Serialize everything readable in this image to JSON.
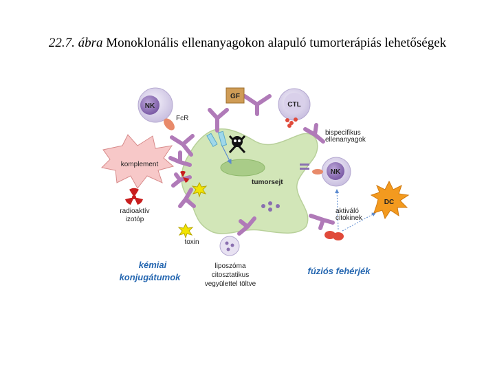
{
  "caption": {
    "number": "22.7. ábra",
    "title": "Monoklonális ellenanyagokon alapuló tumorterápiás lehetőségek"
  },
  "labels": {
    "nk_top": "NK",
    "fcr": "FcR",
    "gf": "GF",
    "ctl": "CTL",
    "bispecific_1": "bispecifikus",
    "bispecific_2": "ellenanyagok",
    "komplement": "komplement",
    "nk_right": "NK",
    "tumorsejt": "tumorsejt",
    "radio_1": "radioaktív",
    "radio_2": "izotóp",
    "activating_1": "aktiváló",
    "activating_2": "citokinek",
    "dc": "DC",
    "toxin": "toxin",
    "chem_1": "kémiai",
    "chem_2": "konjugátumok",
    "lipo_1": "liposzóma",
    "lipo_2": "citosztatikus",
    "lipo_3": "vegyülettel töltve",
    "fusion": "fúziós fehérjék"
  },
  "colors": {
    "antibody": "#b07ab8",
    "tumor": "#d2e6b8",
    "nucleus": "#a9cc88",
    "nk_cell": "#e2dcf0",
    "nk_nucleus": "#8e70b4",
    "complement": "#f7c8c8",
    "receptor": "#e88a6a",
    "dc": "#f39a1f",
    "radioactive": "#c81e1e",
    "toxin": "#f2e400",
    "gf": "#cf9c56",
    "label_blue": "#2466b0"
  }
}
